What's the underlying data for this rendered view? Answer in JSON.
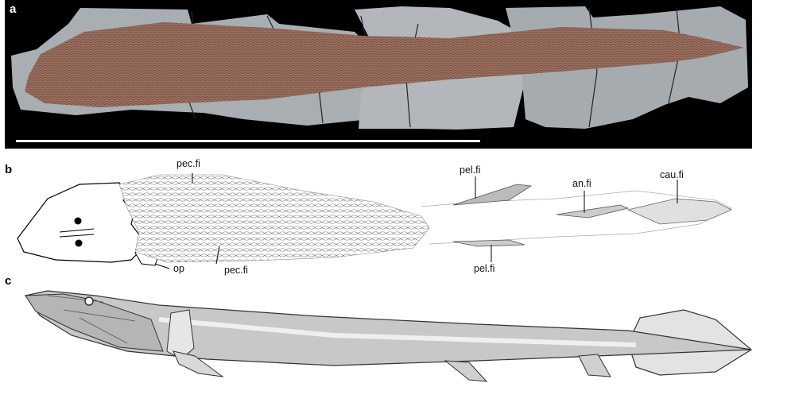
{
  "panels": {
    "a": {
      "letter": "a"
    },
    "b": {
      "letter": "b",
      "labels": {
        "pec_fi_top": "pec.fi",
        "pel_fi_top": "pel.fi",
        "an_fi": "an.fi",
        "cau_fi": "cau.fi",
        "op": "op",
        "pec_fi_bottom": "pec.fi",
        "pel_fi_bottom": "pel.fi"
      }
    },
    "c": {
      "letter": "c"
    }
  },
  "colors": {
    "fossil": "#9a6f5e",
    "matrix": "#a9aeb3",
    "reconstruction": "#c8c8c8"
  }
}
